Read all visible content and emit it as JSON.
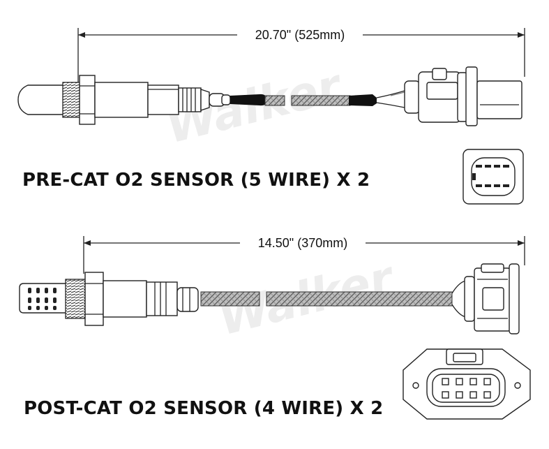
{
  "pre_cat": {
    "dimension_label": "20.70\" (525mm)",
    "title": "PRE-CAT O2 SENSOR (5 WIRE) X 2",
    "watermark": "Walker"
  },
  "post_cat": {
    "dimension_label": "14.50\" (370mm)",
    "title": "POST-CAT O2 SENSOR (4 WIRE) X 2",
    "watermark": "Walker"
  },
  "colors": {
    "line": "#222222",
    "cable_black": "#111111",
    "watermark": "#e6e6e6"
  }
}
